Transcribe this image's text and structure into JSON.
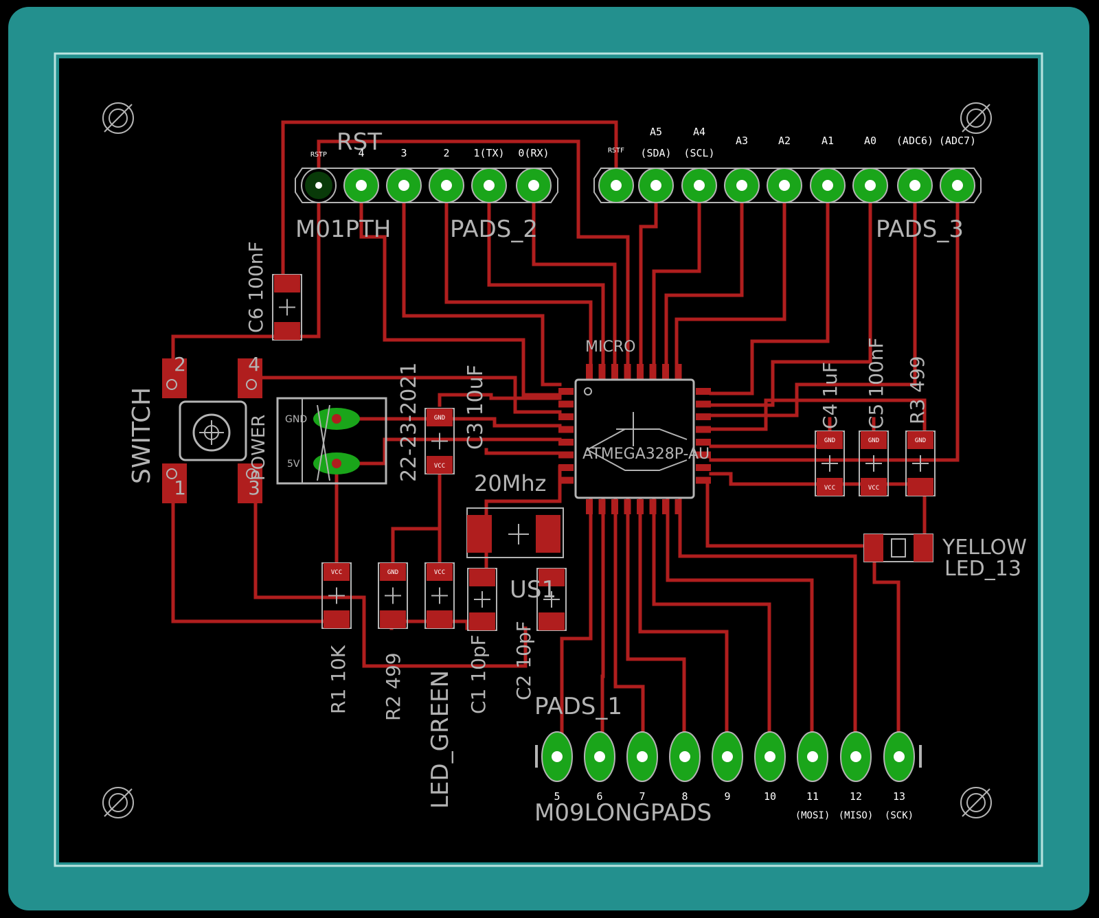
{
  "colors": {
    "frame": "#23908e",
    "board": "#000000",
    "trace": "#b01e1e",
    "pad_green": "#1aa51a",
    "silk": "#b4b4b4",
    "text_white": "#ffffff"
  },
  "labels": {
    "rst": "RST",
    "m01pth": "M01PTH",
    "pads2": "PADS_2",
    "pads3": "PADS_3",
    "pads1": "PADS_1",
    "m09": "M09LONGPADS",
    "micro": "MICRO",
    "chip": "ATMEGA328P-AU",
    "crystal": "20Mhz",
    "us1": "US1",
    "switch": "SWITCH",
    "power": "POWER",
    "date": "22-23-2021",
    "c3": "C3 10uF",
    "c6": "C6 100nF",
    "c4": "C4 1uF",
    "c5": "C5 100nF",
    "r3": "R3 499",
    "yellow": "YELLOW",
    "led13": "LED_13",
    "r1": "R1 10K",
    "r2": "R2 499",
    "ledgreen": "LED_GREEN",
    "c1": "C1 10pF",
    "c2": "C2 10pF",
    "gnd": "GND",
    "v5": "5V"
  },
  "header_top_left": {
    "pin_labels": [
      "RSTP",
      "4",
      "3",
      "2",
      "1(TX)",
      "0(RX)"
    ]
  },
  "header_top_right": {
    "pin_labels": [
      "RSTF",
      "(SDA)",
      "(SCL)",
      "A3",
      "A2",
      "A1",
      "A0",
      "(ADC6)",
      "(ADC7)"
    ],
    "upper_labels": [
      "A5",
      "A4"
    ]
  },
  "header_bottom": {
    "pin_labels": [
      "5",
      "6",
      "7",
      "8",
      "9",
      "10",
      "11",
      "12",
      "13"
    ],
    "sub_labels": [
      "(MOSI)",
      "(MISO)",
      "(SCK)"
    ]
  },
  "switch_pins": [
    "2",
    "4",
    "1",
    "3"
  ],
  "pad_marks": {
    "gnd": "GND",
    "vcc": "VCC",
    "ps1": "P$1",
    "ps2": "P$2"
  }
}
